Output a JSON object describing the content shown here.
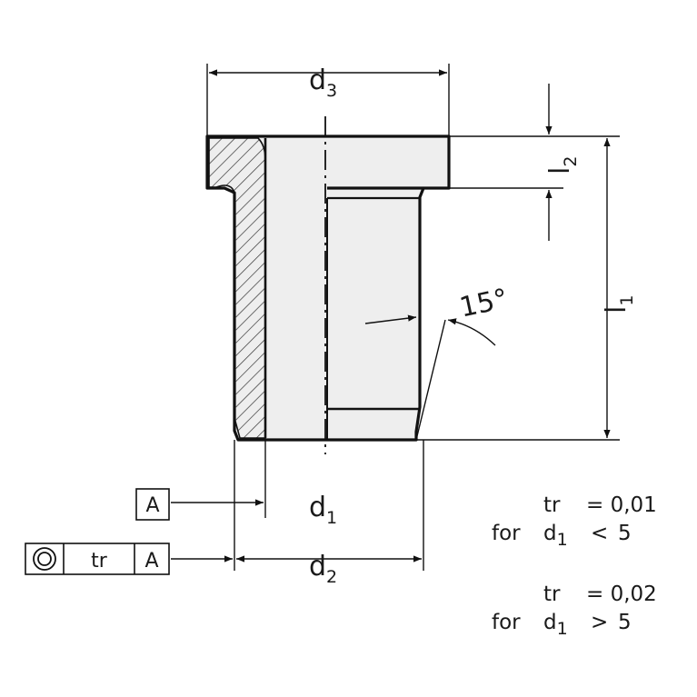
{
  "dimensions": {
    "d3": {
      "symbol": "d",
      "sub": "3"
    },
    "d1": {
      "symbol": "d",
      "sub": "1"
    },
    "d2": {
      "symbol": "d",
      "sub": "2"
    },
    "l1": {
      "symbol": "l",
      "sub": "1"
    },
    "l2": {
      "symbol": "l",
      "sub": "2"
    }
  },
  "angle_label": "15°",
  "datum_label": "A",
  "tolerance_frame": {
    "symbol": "concentricity-icon",
    "value": "tr",
    "datum": "A"
  },
  "notes": [
    {
      "line1": {
        "key": "tr",
        "value": "= 0,01"
      },
      "line2": {
        "prefix": "for",
        "var": "d",
        "sub": "1",
        "op": "<",
        "value": "5"
      }
    },
    {
      "line1": {
        "key": "tr",
        "value": "= 0,02"
      },
      "line2": {
        "prefix": "for",
        "var": "d",
        "sub": "1",
        "op": ">",
        "value": "5"
      }
    }
  ],
  "colors": {
    "line": "#111111",
    "part_fill": "#eeeeee",
    "background": "#ffffff"
  }
}
